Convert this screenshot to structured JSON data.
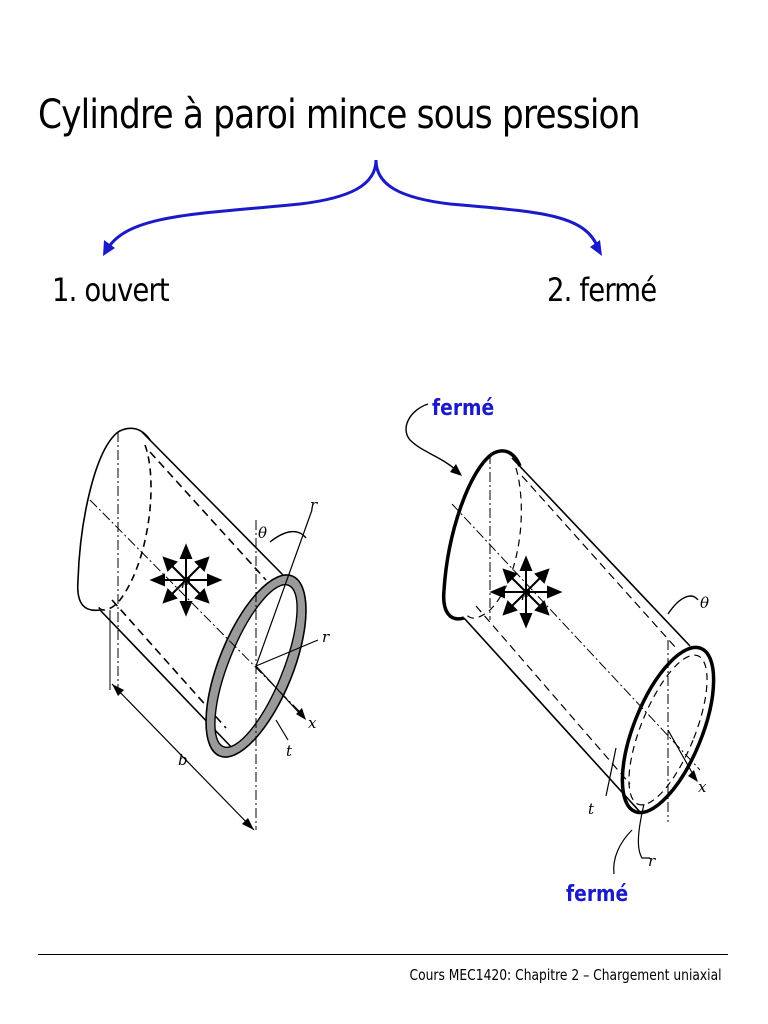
{
  "slide": {
    "title": "Cylindre à paroi mince sous pression",
    "option_open": "1. ouvert",
    "option_closed": "2. fermé"
  },
  "figures": {
    "left": {
      "pressure": "p",
      "theta": "θ",
      "r_axis": "r",
      "radius": "r",
      "x_axis": "x",
      "thickness": "t",
      "length": "b"
    },
    "right": {
      "pressure": "p",
      "theta": "θ",
      "x_axis": "x",
      "thickness": "t",
      "radius": "r",
      "label_top": "fermé",
      "label_bottom": "fermé"
    }
  },
  "colors": {
    "accent": "#1a1ac8",
    "ring": "#9a9a9a"
  },
  "footer": {
    "text": "Cours MEC1420: Chapitre 2 – Chargement uniaxial"
  }
}
